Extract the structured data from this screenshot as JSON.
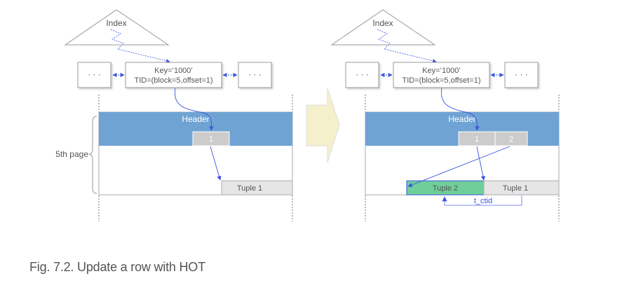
{
  "colors": {
    "header_blue": "#6fa3d4",
    "slot_gray": "#cccccc",
    "tuple_gray": "#e6e6e6",
    "tuple_green": "#6fcf9a",
    "arrow_blue": "#3a55e0",
    "stroke_gray": "#999999",
    "text_gray": "#555555",
    "big_arrow_fill": "#f5f0cc"
  },
  "left": {
    "index_label": "Index",
    "ellipsis_left": "· · ·",
    "key_line1": "Key=‘1000’",
    "key_line2": "TID=(block=5,offset=1)",
    "ellipsis_right": "· · ·",
    "header_label": "Header",
    "slot1_label": "1",
    "tuple1_label": "Tuple 1",
    "page_label": "5th page"
  },
  "right": {
    "index_label": "Index",
    "ellipsis_left": "· · ·",
    "key_line1": "Key=‘1000’",
    "key_line2": "TID=(block=5,offset=1)",
    "ellipsis_right": "· · ·",
    "header_label": "Header",
    "slot1_label": "1",
    "slot2_label": "2",
    "tuple2_label": "Tuple 2",
    "tuple1_label": "Tuple 1",
    "ctid_label": "t_ctid"
  },
  "caption": "Fig. 7.2. Update a row with HOT"
}
